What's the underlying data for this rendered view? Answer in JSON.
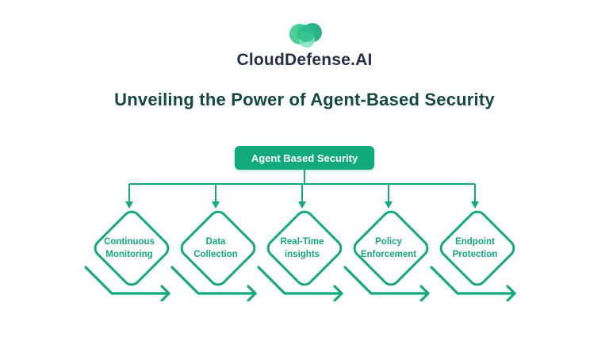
{
  "brand": {
    "name": "CloudDefense.AI"
  },
  "title": "Unveiling the Power of Agent-Based Security",
  "root": {
    "label": "Agent Based Security"
  },
  "nodes": [
    {
      "line1": "Continuous",
      "line2": "Monitoring"
    },
    {
      "line1": "Data",
      "line2": "Collection"
    },
    {
      "line1": "Real-Time",
      "line2": "insights"
    },
    {
      "line1": "Policy",
      "line2": "Enforcement"
    },
    {
      "line1": "Endpoint",
      "line2": "Protection"
    }
  ],
  "icons": {
    "logo": "cloud-icon",
    "connector_arrows": "arrow-down-icon",
    "node_arrows": "arrow-right-icon"
  },
  "colors": {
    "accent": "#12A97B",
    "title_text": "#13493F",
    "brand_text": "#252F49",
    "root_label_text": "#FFFFFF",
    "background": "#FFFFFF"
  }
}
